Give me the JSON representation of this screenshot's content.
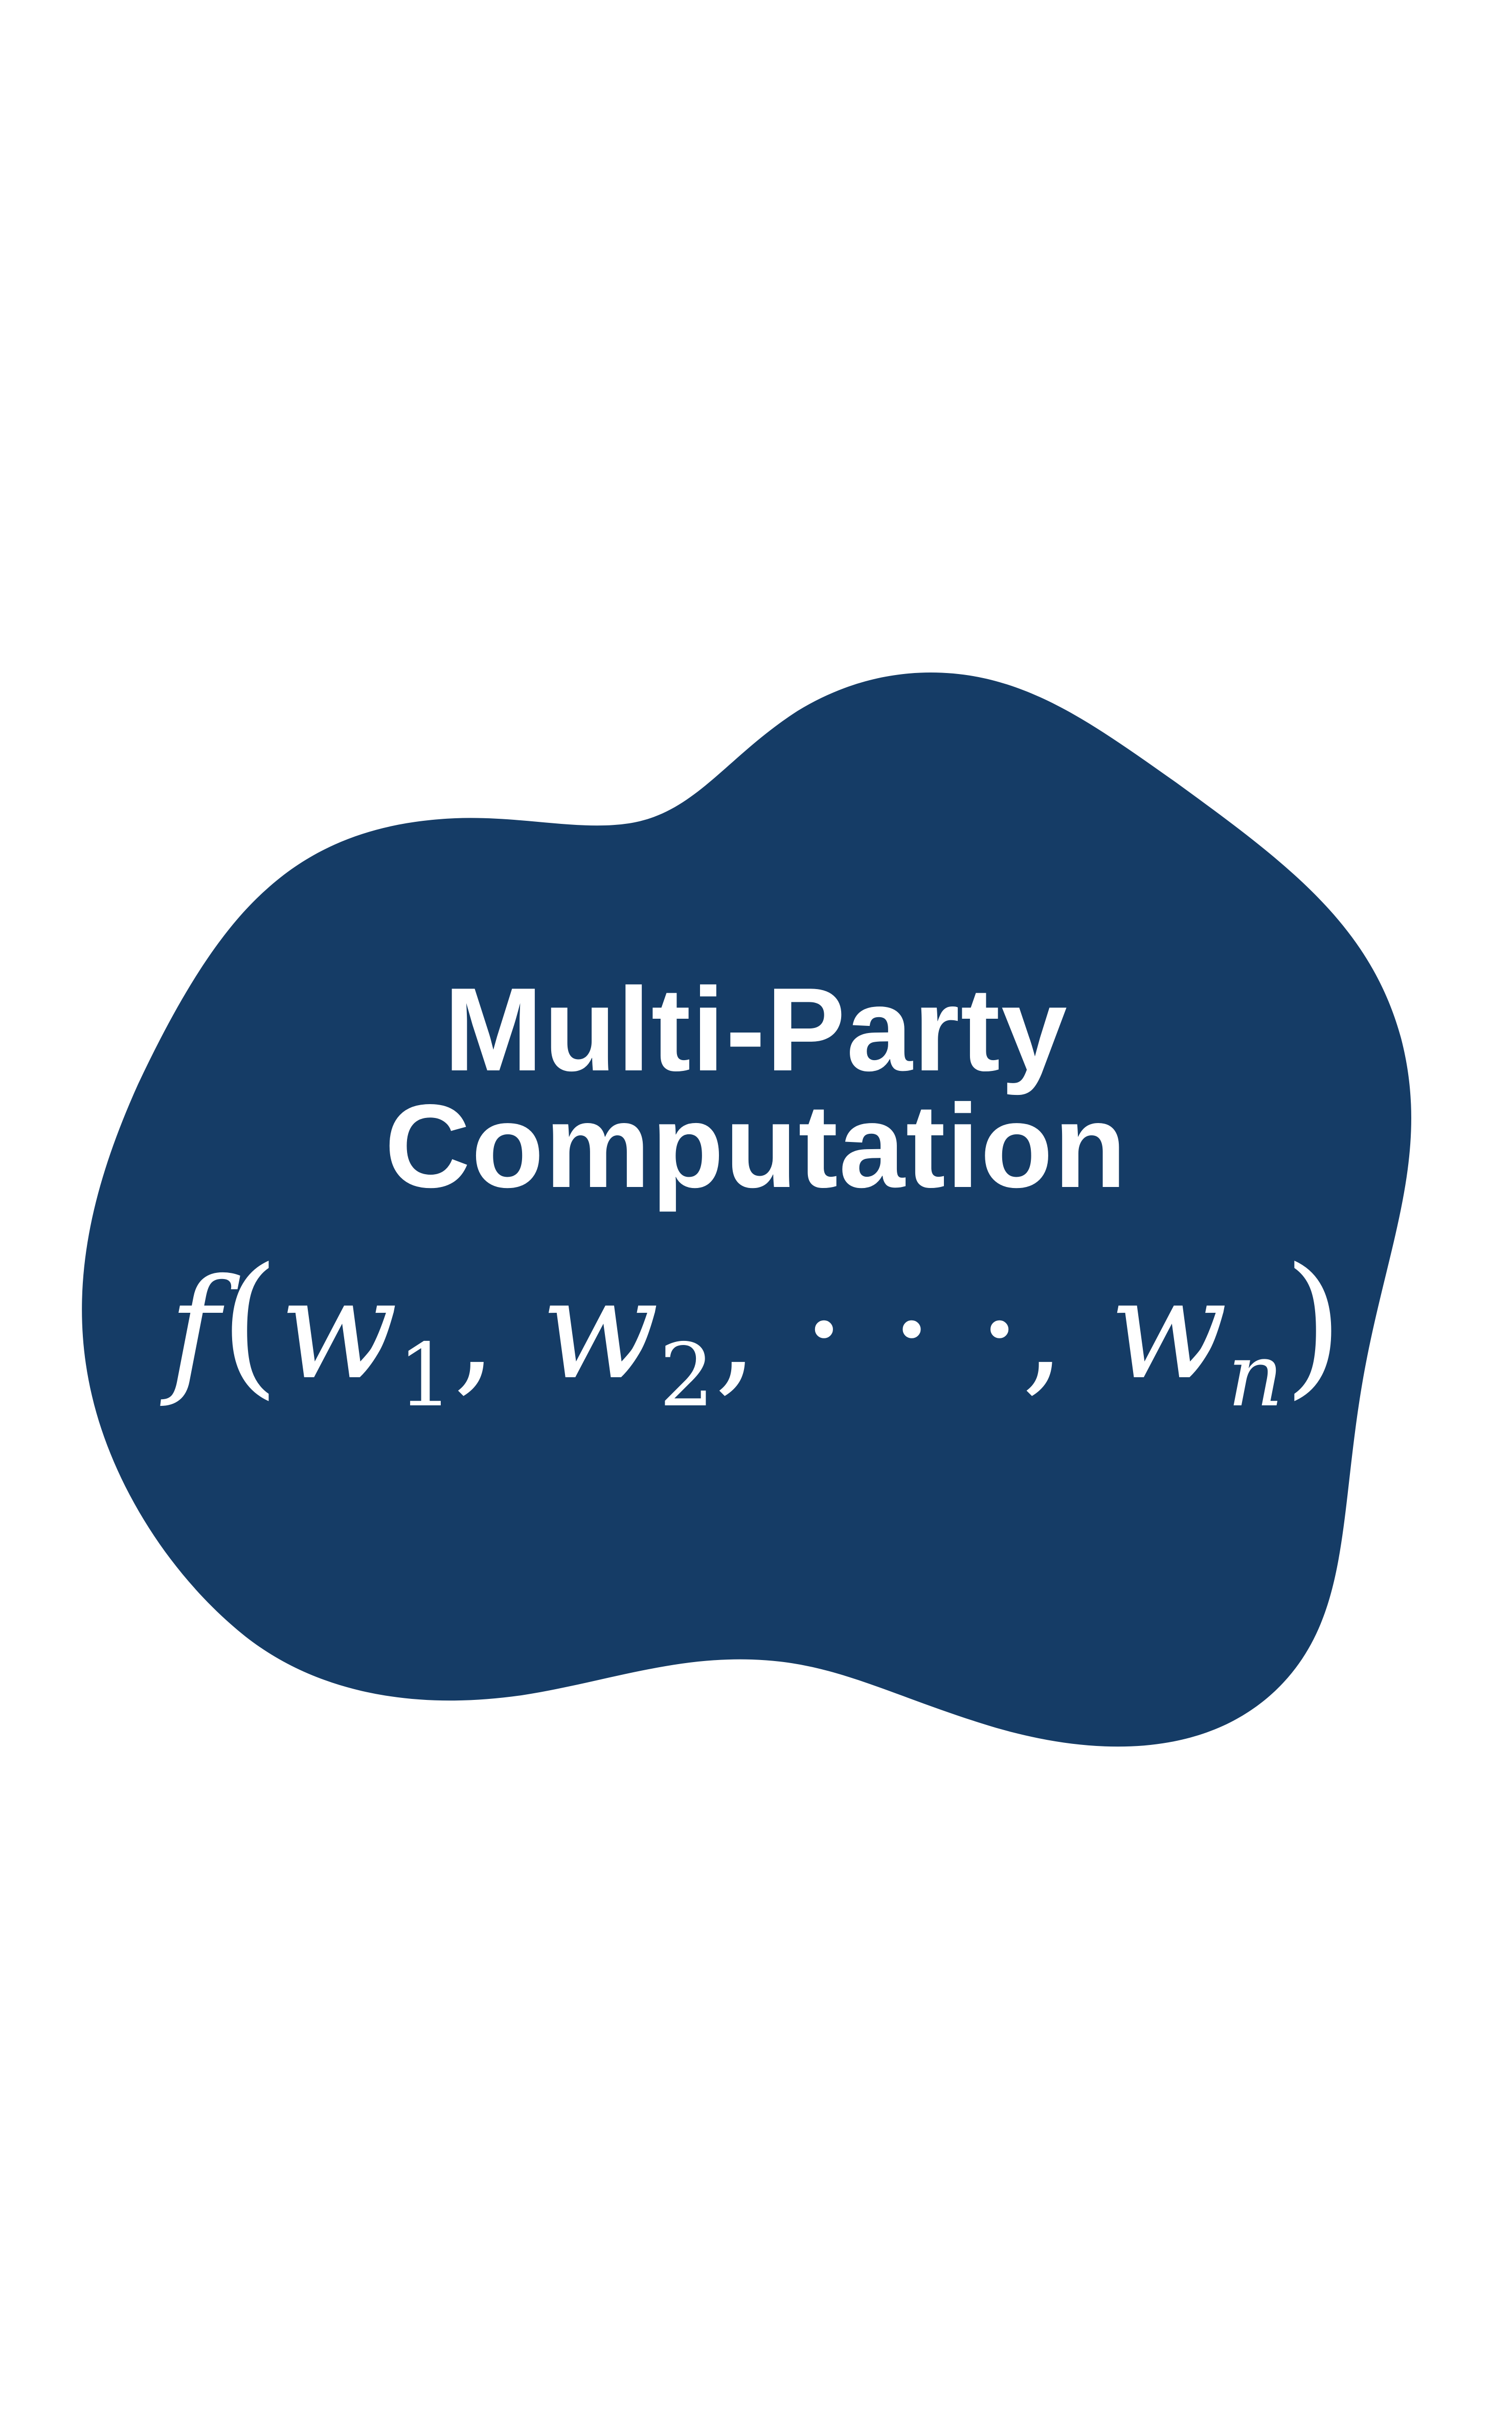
{
  "colors": {
    "background": "#ffffff",
    "blob_fill": "#153c66",
    "text": "#ffffff"
  },
  "title": {
    "line1": "Multi-Party",
    "line2": "Computation"
  },
  "formula": {
    "function": "f",
    "open_paren": "(",
    "var1": "w",
    "sub1": "1",
    "comma1": ",",
    "var2": "w",
    "sub2": "2",
    "comma2": ",",
    "ellipsis": "· · ·",
    "comma3": ",",
    "var3": "w",
    "sub3": "n",
    "close_paren": ")"
  }
}
